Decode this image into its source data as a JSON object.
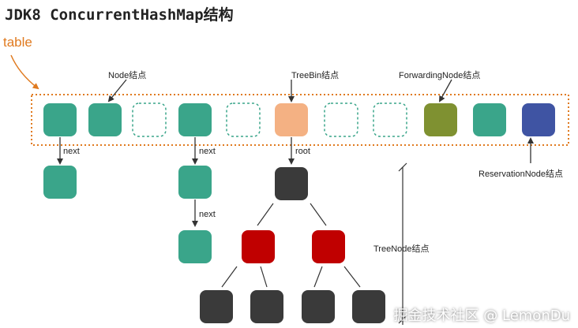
{
  "title": "JDK8 ConcurrentHashMap结构",
  "labels": {
    "table": "table",
    "node": "Node结点",
    "treebin": "TreeBin结点",
    "forwarding": "ForwardingNode结点",
    "reservation": "ReservationNode结点",
    "treenode": "TreeNode结点",
    "next": "next",
    "root": "root"
  },
  "watermark": "掘金技术社区 @ LemonDu",
  "colors": {
    "node": "#3aa58a",
    "treebin": "#f4b183",
    "forwarding": "#7f9131",
    "reservation": "#3f54a3",
    "red": "#c00000",
    "black": "#3a3a3a",
    "table_border": "#e07a1f"
  }
}
